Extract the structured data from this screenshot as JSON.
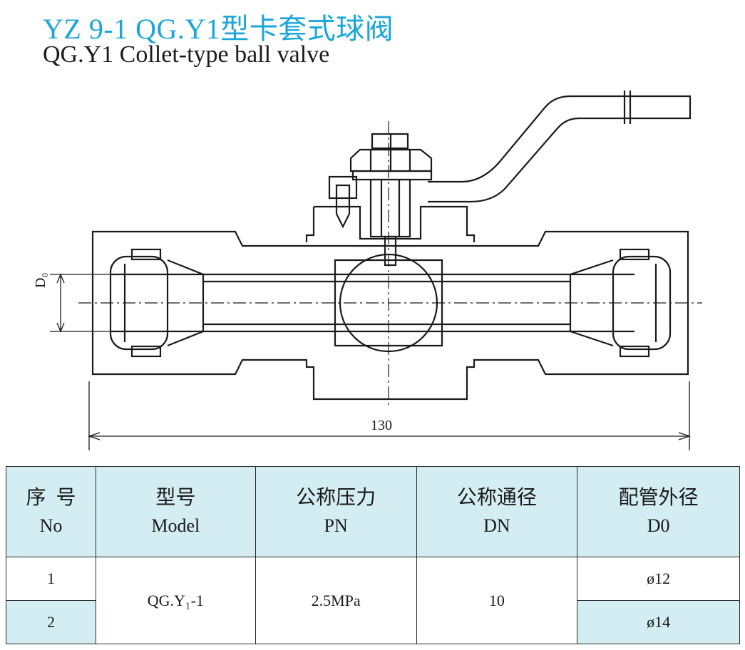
{
  "title": {
    "cn": "YZ 9-1 QG.Y1型卡套式球阀",
    "en": "QG.Y1 Collet-type ball valve"
  },
  "drawing": {
    "label_d0": "D₀",
    "dimension_length": "130"
  },
  "table": {
    "headers": [
      {
        "cn": "序  号",
        "en": "No"
      },
      {
        "cn": "型号",
        "en": "Model"
      },
      {
        "cn": "公称压力",
        "en": "PN"
      },
      {
        "cn": "公称通径",
        "en": "DN"
      },
      {
        "cn": "配管外径",
        "en": "D0"
      }
    ],
    "rows": [
      {
        "no": "1",
        "model": "QG.Y₁-1",
        "pn": "2.5MPa",
        "dn": "10",
        "d0": "ø12"
      },
      {
        "no": "2",
        "d0": "ø14"
      }
    ]
  },
  "colors": {
    "title_accent": "#1aa6d8",
    "table_header_bg": "#d4edf2"
  }
}
